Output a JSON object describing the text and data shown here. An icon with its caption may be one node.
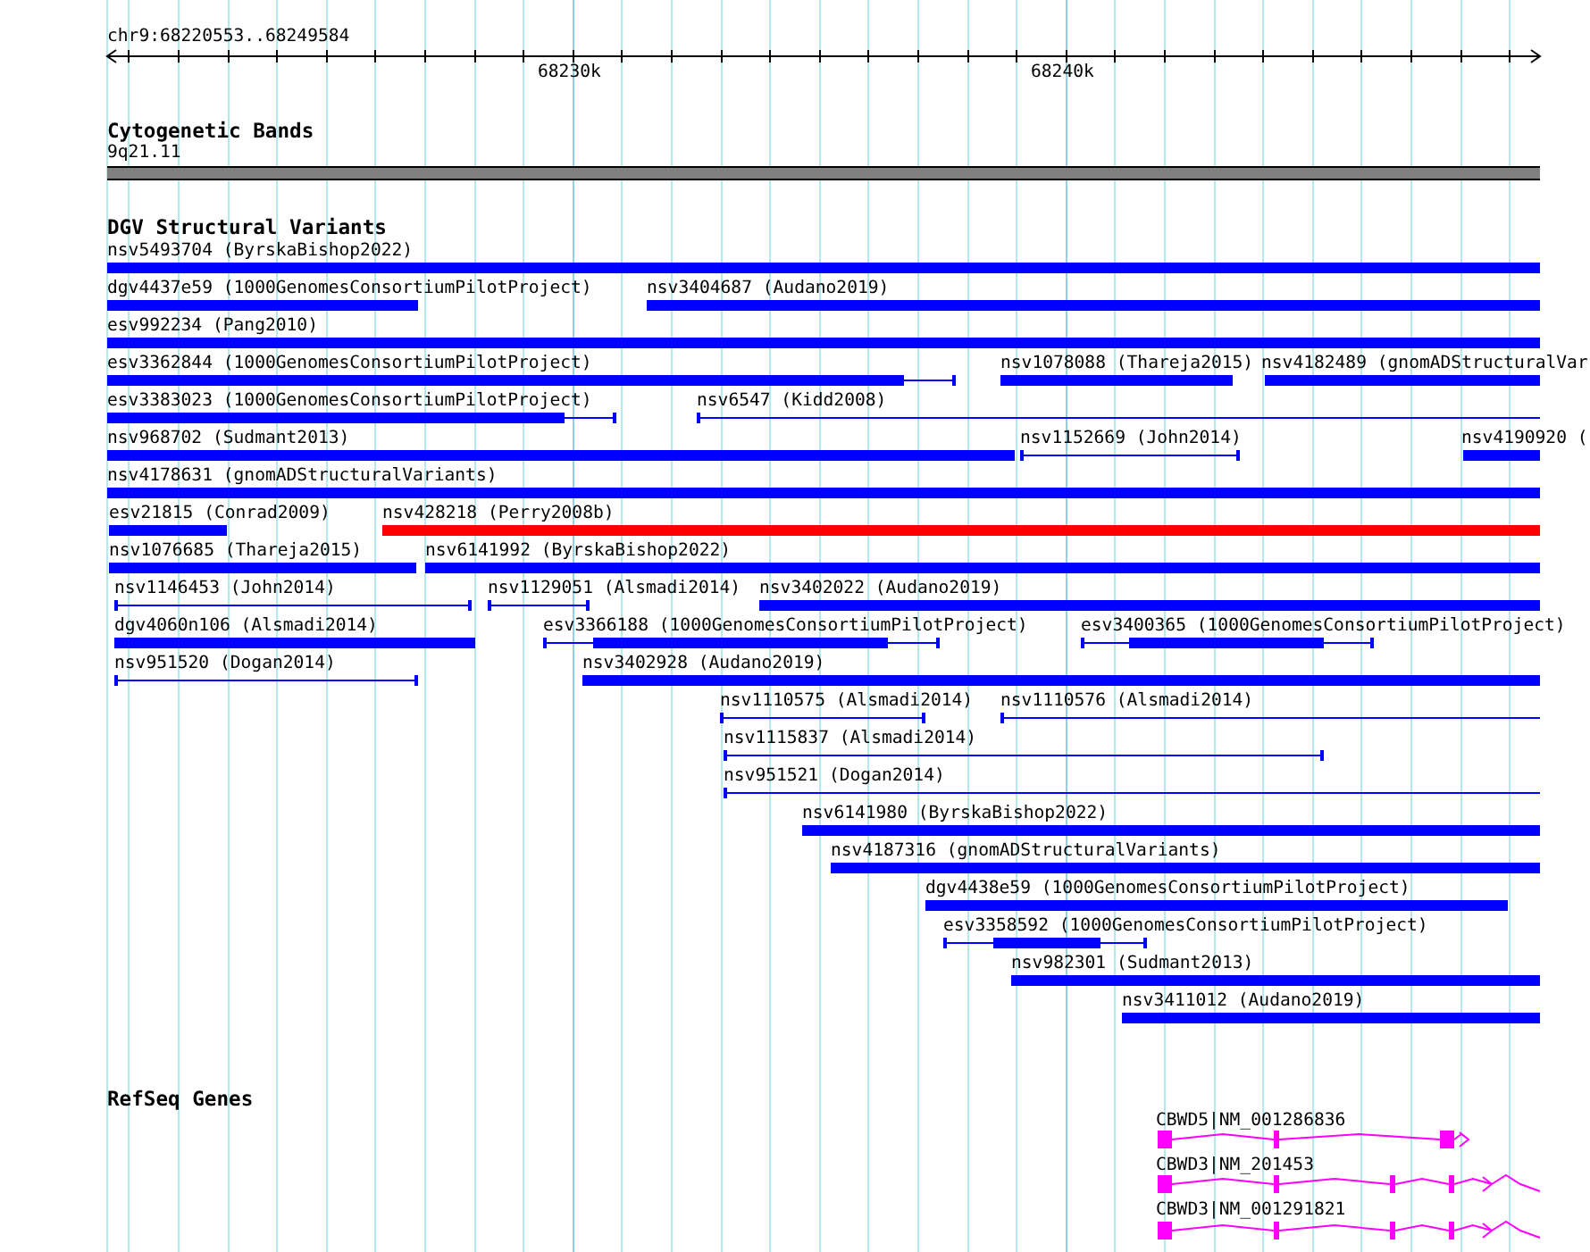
{
  "diagram": {
    "labels": [
      "chr9:68220553..68249584",
      "68230k",
      "68240k",
      "Cytogenetic Bands",
      "9q21.11",
      "DGV Structural Variants",
      "nsv5493704 (ByrskaBishop2022)",
      "dgv4437e59 (1000GenomesConsortiumPilotProject)",
      "nsv3404687 (Audano2019)",
      "esv992234 (Pang2010)",
      "esv3362844 (1000GenomesConsortiumPilotProject)",
      "nsv1078088 (Thareja2015)",
      "nsv4182489 (gnomADStructuralVar",
      "esv3383023 (1000GenomesConsortiumPilotProject)",
      "nsv6547 (Kidd2008)",
      "nsv968702 (Sudmant2013)",
      "nsv1152669 (John2014)",
      "nsv4190920 (",
      "nsv4178631 (gnomADStructuralVariants)",
      "esv21815 (Conrad2009)",
      "nsv428218 (Perry2008b)",
      "nsv1076685 (Thareja2015)",
      "nsv6141992 (ByrskaBishop2022)",
      "nsv1146453 (John2014)",
      "nsv1129051 (Alsmadi2014)",
      "nsv3402022 (Audano2019)",
      "dgv4060n106 (Alsmadi2014)",
      "esv3366188 (1000GenomesConsortiumPilotProject)",
      "esv3400365 (1000GenomesConsortiumPilotProject)",
      "nsv951520 (Dogan2014)",
      "nsv3402928 (Audano2019)",
      "nsv1110575 (Alsmadi2014)",
      "nsv1110576 (Alsmadi2014)",
      "nsv1115837 (Alsmadi2014)",
      "nsv951521 (Dogan2014)",
      "nsv6141980 (ByrskaBishop2022)",
      "nsv4187316 (gnomADStructuralVariants)",
      "dgv4438e59 (1000GenomesConsortiumPilotProject)",
      "esv3358592 (1000GenomesConsortiumPilotProject)",
      "nsv982301 (Sudmant2013)",
      "nsv3411012 (Audano2019)",
      "RefSeq Genes",
      "CBWD5|NM_001286836",
      "CBWD3|NM_201453",
      "CBWD3|NM_001291821"
    ]
  }
}
